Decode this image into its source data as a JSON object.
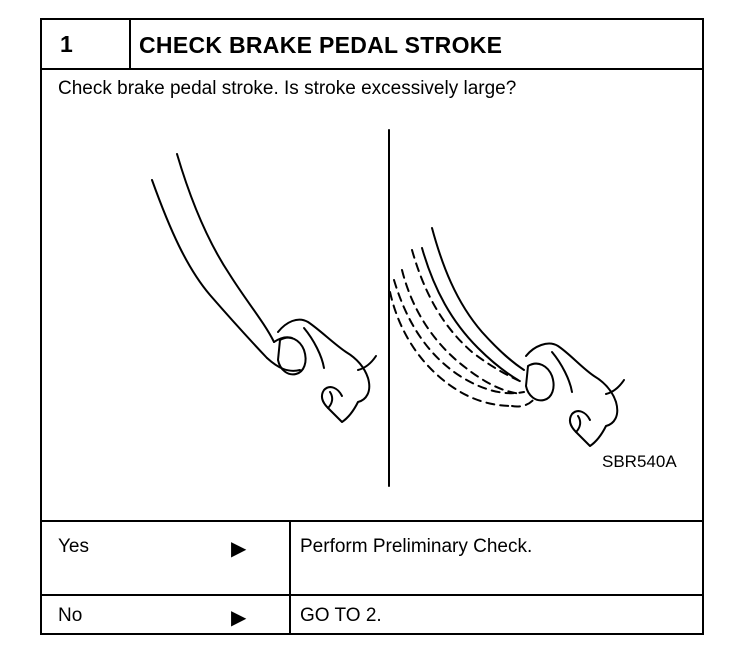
{
  "step": {
    "number": "1",
    "title": "CHECK BRAKE PEDAL STROKE"
  },
  "question": "Check brake pedal stroke. Is stroke excessively large?",
  "figure": {
    "code": "SBR540A"
  },
  "answers": [
    {
      "label": "Yes",
      "arrow": "▶",
      "action": "Perform Preliminary Check."
    },
    {
      "label": "No",
      "arrow": "▶",
      "action": "GO TO 2."
    }
  ]
}
